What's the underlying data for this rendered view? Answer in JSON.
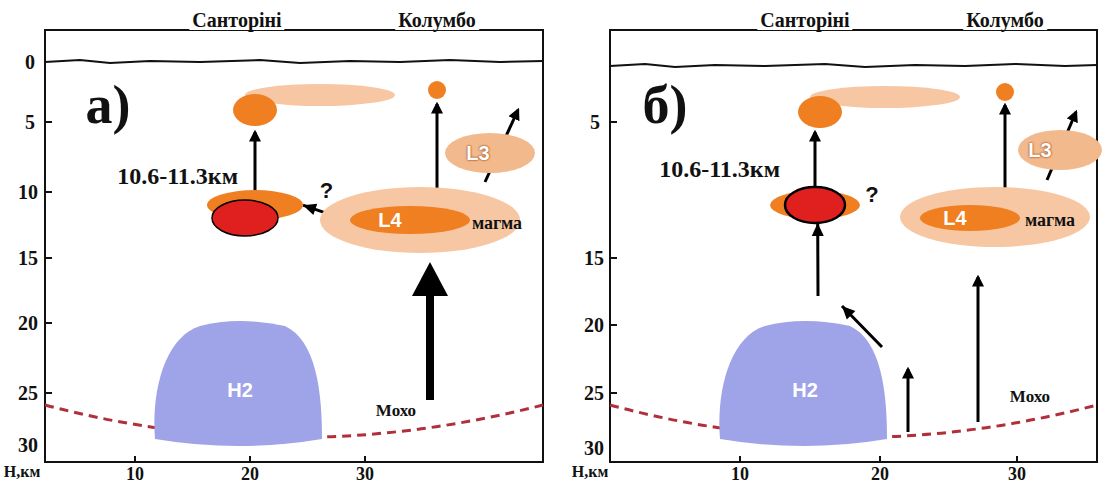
{
  "diagram": {
    "nodes": [
      {
        "text": [
          "10.6-11.3км"
        ]
      },
      {
        "text": [
          "L4",
          "магма"
        ]
      },
      {
        "text": [
          "L3"
        ]
      },
      {
        "text": [
          "H2"
        ]
      },
      {
        "text": [
          "10.6-11.3км"
        ]
      },
      {
        "text": [
          "L4",
          "магма"
        ]
      },
      {
        "text": [
          "L3"
        ]
      },
      {
        "text": [
          "H2"
        ]
      }
    ],
    "edges": [
      {
        "from": 1,
        "to": 0,
        "arrow": "to",
        "label": "?"
      },
      {
        "from": 7,
        "to": 4,
        "arrow": "to"
      }
    ],
    "labels": [
      "Санторіні",
      "Колумбо",
      "а)",
      "0",
      "5",
      "10",
      "15",
      "20",
      "25",
      "30",
      "Н,км",
      "10",
      "20",
      "30",
      "Мохо",
      "Санторіні",
      "Колумбо",
      "б)",
      "5",
      "15",
      "20",
      "25",
      "30",
      "Н,км",
      "10",
      "20",
      "30",
      "Мохо",
      "?"
    ]
  }
}
